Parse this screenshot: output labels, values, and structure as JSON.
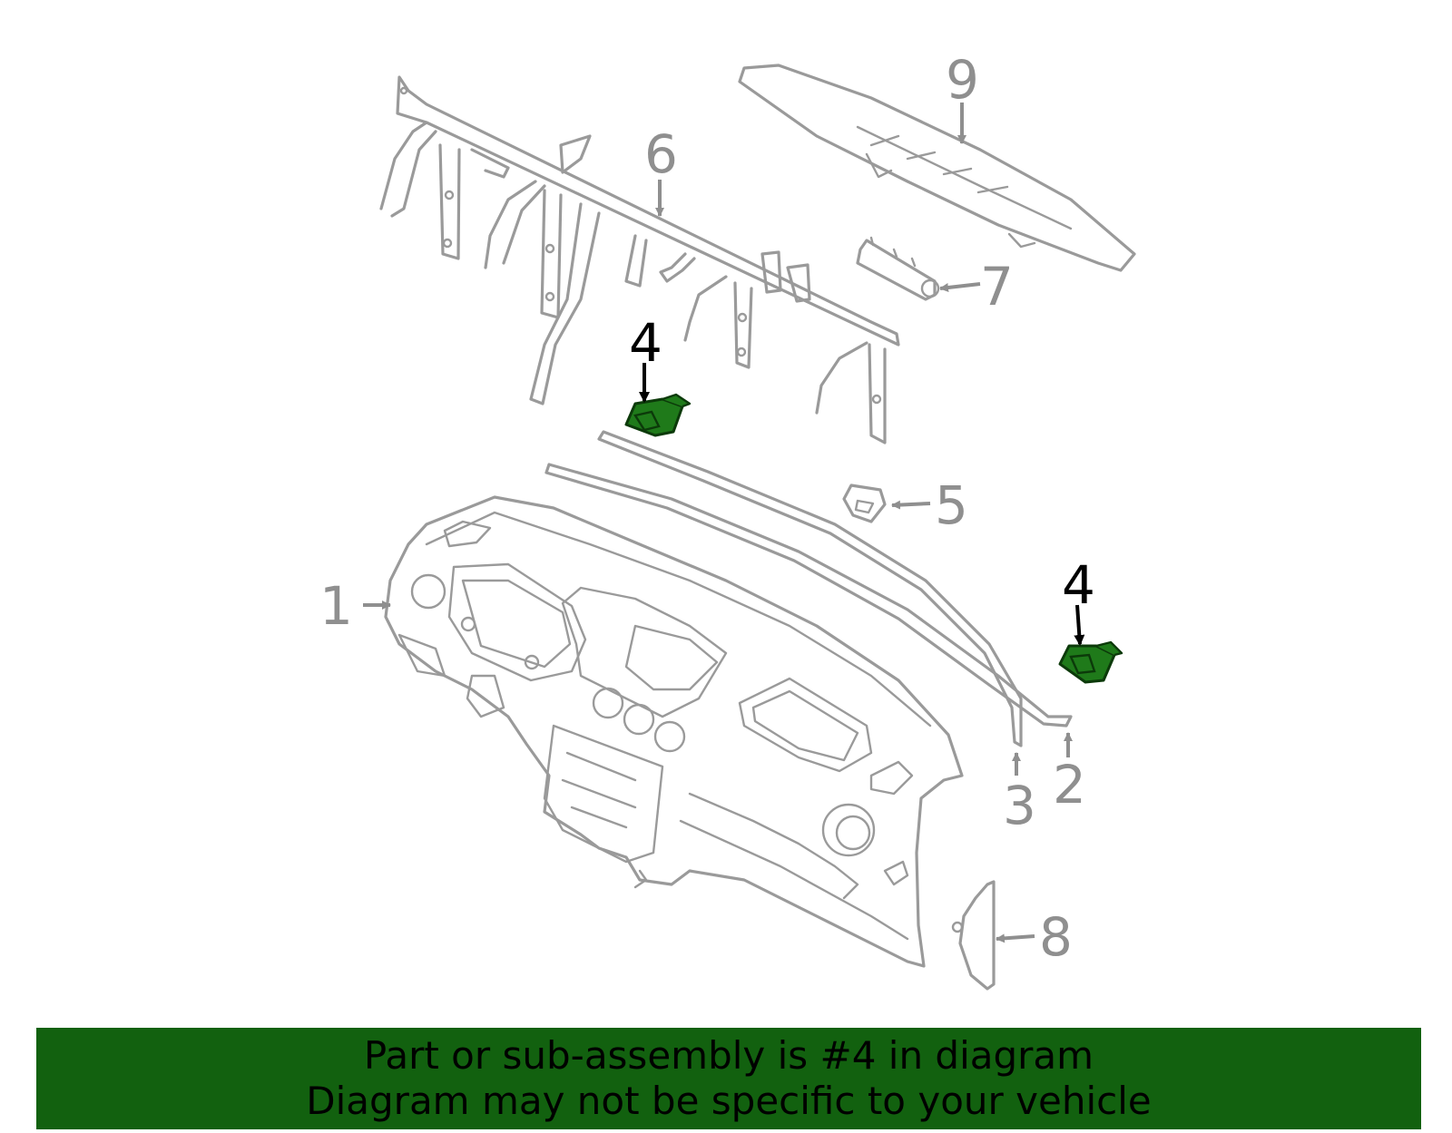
{
  "callouts": {
    "c1": "1",
    "c2": "2",
    "c3": "3",
    "c4a": "4",
    "c4b": "4",
    "c5": "5",
    "c6": "6",
    "c7": "7",
    "c8": "8",
    "c9": "9"
  },
  "highlight": {
    "part": "4",
    "color": "#1f7a1a"
  },
  "banner": {
    "line1": "Part or sub-assembly is #4 in diagram",
    "line2": "Diagram may not be specific to your vehicle",
    "color": "#12610f"
  }
}
